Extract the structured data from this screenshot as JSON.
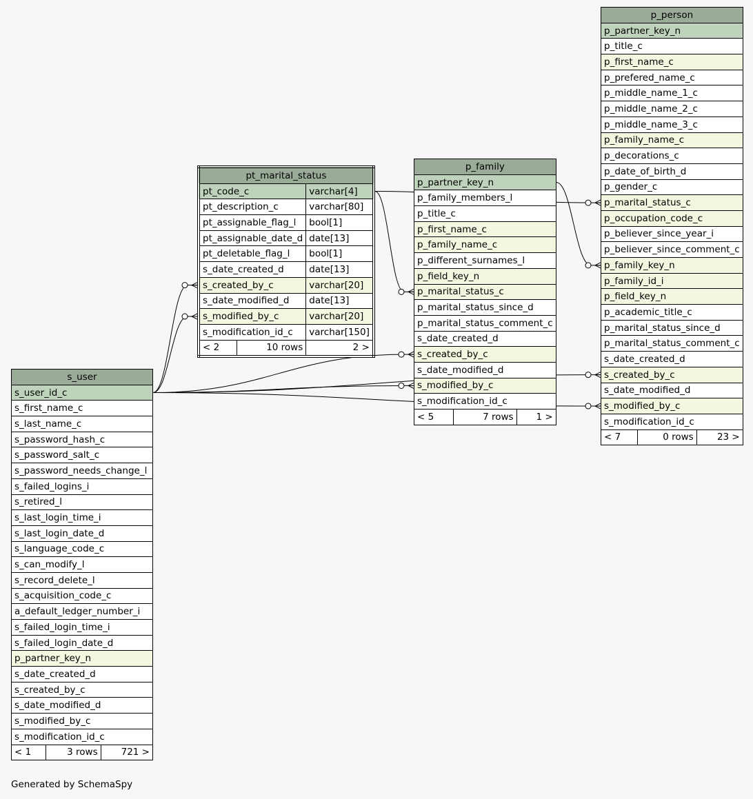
{
  "footer": "Generated by SchemaSpy",
  "tables": {
    "s_user": {
      "name": "s_user",
      "columns": [
        {
          "name": "s_user_id_c",
          "kind": "pk"
        },
        {
          "name": "s_first_name_c",
          "kind": ""
        },
        {
          "name": "s_last_name_c",
          "kind": ""
        },
        {
          "name": "s_password_hash_c",
          "kind": ""
        },
        {
          "name": "s_password_salt_c",
          "kind": ""
        },
        {
          "name": "s_password_needs_change_l",
          "kind": ""
        },
        {
          "name": "s_failed_logins_i",
          "kind": ""
        },
        {
          "name": "s_retired_l",
          "kind": ""
        },
        {
          "name": "s_last_login_time_i",
          "kind": ""
        },
        {
          "name": "s_last_login_date_d",
          "kind": ""
        },
        {
          "name": "s_language_code_c",
          "kind": ""
        },
        {
          "name": "s_can_modify_l",
          "kind": ""
        },
        {
          "name": "s_record_delete_l",
          "kind": ""
        },
        {
          "name": "s_acquisition_code_c",
          "kind": ""
        },
        {
          "name": "a_default_ledger_number_i",
          "kind": ""
        },
        {
          "name": "s_failed_login_time_i",
          "kind": ""
        },
        {
          "name": "s_failed_login_date_d",
          "kind": ""
        },
        {
          "name": "p_partner_key_n",
          "kind": "fk"
        },
        {
          "name": "s_date_created_d",
          "kind": ""
        },
        {
          "name": "s_created_by_c",
          "kind": ""
        },
        {
          "name": "s_date_modified_d",
          "kind": ""
        },
        {
          "name": "s_modified_by_c",
          "kind": ""
        },
        {
          "name": "s_modification_id_c",
          "kind": ""
        }
      ],
      "footer": {
        "parents": "< 1",
        "rows": "3 rows",
        "children": "721 >"
      }
    },
    "pt_marital_status": {
      "name": "pt_marital_status",
      "columns": [
        {
          "name": "pt_code_c",
          "type": "varchar[4]",
          "kind": "pk"
        },
        {
          "name": "pt_description_c",
          "type": "varchar[80]",
          "kind": ""
        },
        {
          "name": "pt_assignable_flag_l",
          "type": "bool[1]",
          "kind": ""
        },
        {
          "name": "pt_assignable_date_d",
          "type": "date[13]",
          "kind": ""
        },
        {
          "name": "pt_deletable_flag_l",
          "type": "bool[1]",
          "kind": ""
        },
        {
          "name": "s_date_created_d",
          "type": "date[13]",
          "kind": ""
        },
        {
          "name": "s_created_by_c",
          "type": "varchar[20]",
          "kind": "fk"
        },
        {
          "name": "s_date_modified_d",
          "type": "date[13]",
          "kind": ""
        },
        {
          "name": "s_modified_by_c",
          "type": "varchar[20]",
          "kind": "fk"
        },
        {
          "name": "s_modification_id_c",
          "type": "varchar[150]",
          "kind": ""
        }
      ],
      "footer": {
        "parents": "< 2",
        "rows": "10 rows",
        "children": "2 >"
      }
    },
    "p_family": {
      "name": "p_family",
      "columns": [
        {
          "name": "p_partner_key_n",
          "kind": "pk"
        },
        {
          "name": "p_family_members_l",
          "kind": ""
        },
        {
          "name": "p_title_c",
          "kind": ""
        },
        {
          "name": "p_first_name_c",
          "kind": "fk"
        },
        {
          "name": "p_family_name_c",
          "kind": "fk"
        },
        {
          "name": "p_different_surnames_l",
          "kind": ""
        },
        {
          "name": "p_field_key_n",
          "kind": "fk"
        },
        {
          "name": "p_marital_status_c",
          "kind": "fk"
        },
        {
          "name": "p_marital_status_since_d",
          "kind": ""
        },
        {
          "name": "p_marital_status_comment_c",
          "kind": ""
        },
        {
          "name": "s_date_created_d",
          "kind": ""
        },
        {
          "name": "s_created_by_c",
          "kind": "fk"
        },
        {
          "name": "s_date_modified_d",
          "kind": ""
        },
        {
          "name": "s_modified_by_c",
          "kind": "fk"
        },
        {
          "name": "s_modification_id_c",
          "kind": ""
        }
      ],
      "footer": {
        "parents": "< 5",
        "rows": "7 rows",
        "children": "1 >"
      }
    },
    "p_person": {
      "name": "p_person",
      "columns": [
        {
          "name": "p_partner_key_n",
          "kind": "pk"
        },
        {
          "name": "p_title_c",
          "kind": ""
        },
        {
          "name": "p_first_name_c",
          "kind": "fk"
        },
        {
          "name": "p_prefered_name_c",
          "kind": ""
        },
        {
          "name": "p_middle_name_1_c",
          "kind": ""
        },
        {
          "name": "p_middle_name_2_c",
          "kind": ""
        },
        {
          "name": "p_middle_name_3_c",
          "kind": ""
        },
        {
          "name": "p_family_name_c",
          "kind": "fk"
        },
        {
          "name": "p_decorations_c",
          "kind": ""
        },
        {
          "name": "p_date_of_birth_d",
          "kind": ""
        },
        {
          "name": "p_gender_c",
          "kind": ""
        },
        {
          "name": "p_marital_status_c",
          "kind": "fk"
        },
        {
          "name": "p_occupation_code_c",
          "kind": "fk"
        },
        {
          "name": "p_believer_since_year_i",
          "kind": ""
        },
        {
          "name": "p_believer_since_comment_c",
          "kind": ""
        },
        {
          "name": "p_family_key_n",
          "kind": "fk"
        },
        {
          "name": "p_family_id_i",
          "kind": "fk"
        },
        {
          "name": "p_field_key_n",
          "kind": "fk"
        },
        {
          "name": "p_academic_title_c",
          "kind": ""
        },
        {
          "name": "p_marital_status_since_d",
          "kind": ""
        },
        {
          "name": "p_marital_status_comment_c",
          "kind": ""
        },
        {
          "name": "s_date_created_d",
          "kind": ""
        },
        {
          "name": "s_created_by_c",
          "kind": "fk"
        },
        {
          "name": "s_date_modified_d",
          "kind": ""
        },
        {
          "name": "s_modified_by_c",
          "kind": "fk"
        },
        {
          "name": "s_modification_id_c",
          "kind": ""
        }
      ],
      "footer": {
        "parents": "< 7",
        "rows": "0 rows",
        "children": "23 >"
      }
    }
  },
  "relationships": [
    {
      "from_table": "s_user",
      "from_column": "s_user_id_c",
      "to_table": "pt_marital_status",
      "to_column": "s_created_by_c"
    },
    {
      "from_table": "s_user",
      "from_column": "s_user_id_c",
      "to_table": "pt_marital_status",
      "to_column": "s_modified_by_c"
    },
    {
      "from_table": "s_user",
      "from_column": "s_user_id_c",
      "to_table": "p_family",
      "to_column": "s_created_by_c"
    },
    {
      "from_table": "s_user",
      "from_column": "s_user_id_c",
      "to_table": "p_family",
      "to_column": "s_modified_by_c"
    },
    {
      "from_table": "s_user",
      "from_column": "s_user_id_c",
      "to_table": "p_person",
      "to_column": "s_created_by_c"
    },
    {
      "from_table": "s_user",
      "from_column": "s_user_id_c",
      "to_table": "p_person",
      "to_column": "s_modified_by_c"
    },
    {
      "from_table": "pt_marital_status",
      "from_column": "pt_code_c",
      "to_table": "p_family",
      "to_column": "p_marital_status_c"
    },
    {
      "from_table": "pt_marital_status",
      "from_column": "pt_code_c",
      "to_table": "p_person",
      "to_column": "p_marital_status_c"
    },
    {
      "from_table": "p_family",
      "from_column": "p_partner_key_n",
      "to_table": "p_person",
      "to_column": "p_family_key_n"
    }
  ]
}
